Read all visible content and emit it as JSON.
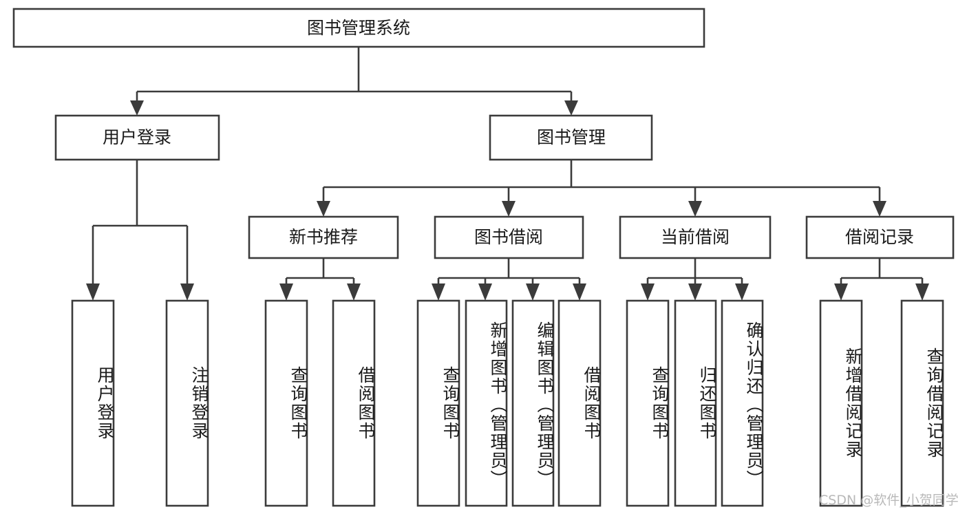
{
  "diagram": {
    "title": "图书管理系统",
    "watermark": "CSDN @软件_小贺同学",
    "colors": {
      "stroke": "#3b3b3b",
      "fill": "#ffffff",
      "text": "#1a1a1a",
      "watermark": "#b9b9b9",
      "background": "#ffffff"
    },
    "root": {
      "label": "图书管理系统"
    },
    "level2": [
      {
        "label": "用户登录"
      },
      {
        "label": "图书管理"
      }
    ],
    "level3": [
      {
        "label": "新书推荐"
      },
      {
        "label": "图书借阅"
      },
      {
        "label": "当前借阅"
      },
      {
        "label": "借阅记录"
      }
    ],
    "leaves": {
      "user_login": [
        {
          "label": "用户登录"
        },
        {
          "label": "注销登录"
        }
      ],
      "new_book_recommend": [
        {
          "label": "查询图书"
        },
        {
          "label": "借阅图书"
        }
      ],
      "book_borrow": [
        {
          "label": "查询图书"
        },
        {
          "label": "新增图书（管理员）"
        },
        {
          "label": "编辑图书（管理员）"
        },
        {
          "label": "借阅图书"
        }
      ],
      "current_borrow": [
        {
          "label": "查询图书"
        },
        {
          "label": "归还图书"
        },
        {
          "label": "确认归还（管理员）"
        }
      ],
      "borrow_record": [
        {
          "label": "新增借阅记录"
        },
        {
          "label": "查询借阅记录"
        }
      ]
    }
  }
}
